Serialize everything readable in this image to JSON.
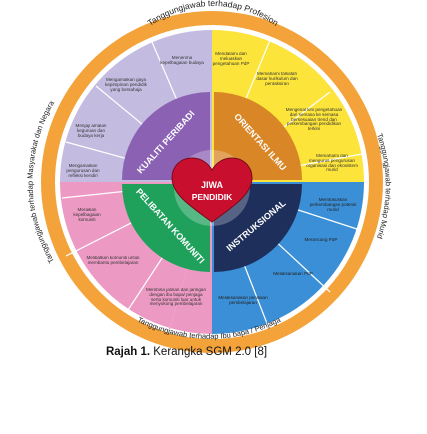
{
  "outer_ring": {
    "top": "Tanggungjawab terhadap Profesion",
    "right": "Tanggungjawab terhadap Murid",
    "bottom": "Tanggungjawab terhadap Ibu bapa / Penjaga",
    "left": "Tanggungjawab terhadap Masyarakat dan Negara"
  },
  "center": {
    "line1": "JIWA",
    "line2": "PENDIDIK"
  },
  "quadrants": {
    "kualiti_peribadi": "KUALITI PERIBADI",
    "orientasi_ilmu": "ORIENTASI ILMU",
    "pelibatan_komuniti": "PELIBATAN KOMUNITI",
    "instruksional": "INSTRUKSIONAL"
  },
  "items": {
    "kp1": "Menerima kepelbagaian budaya",
    "kp2": "Mengamalkan gaya kepimpinan pendidik yang bersahaja",
    "kp3": "Menjaji amalan keguruan dan budaya kerja",
    "kp4": "Mengamalkan pengurusan dan refleksi kendiri",
    "kp5": "Meraikan kepelbagaian komuniti",
    "oi1": "Mendalami dan meluaskan pengetahuan PdP",
    "oi2": "Memahami falsafah dasar kurikulum dan pentaksiran",
    "oi3": "Mengenal kini pengetahuan dari semasa ke semasa bersesuaian trend dan perkembangan pendidikan terkini",
    "oi4": "Memahami dan mengurus pengurusan organisasi dan ekosistem murid",
    "pk1": "Melibatkan komuniti untuk membantu pembelajaran",
    "pk2": "Membina jalinan dan jaringan dengan ibu bapa/ penjaga serta komuniti luar untuk menyokong pembelajaran",
    "in1": "Memfokuskan perkembangan potensi murid",
    "in2": "Merancang PdP",
    "in3": "Melaksanakan PdP",
    "in4": "Melaksanakan penilaian pembelajaran"
  },
  "caption": {
    "label": "Rajah 1.",
    "text": " Kerangka SGM 2.0 [8]"
  },
  "colors": {
    "outer": "#f3a33a",
    "white_band": "#ffffff",
    "lavender": "#c3bce0",
    "pink": "#ec9ac3",
    "yellow": "#fce43a",
    "blue": "#3b8fd6",
    "purple": "#8b62b3",
    "orange": "#d98626",
    "green": "#1fa15c",
    "navy": "#1f2f5c",
    "heart": "#c8102e"
  }
}
